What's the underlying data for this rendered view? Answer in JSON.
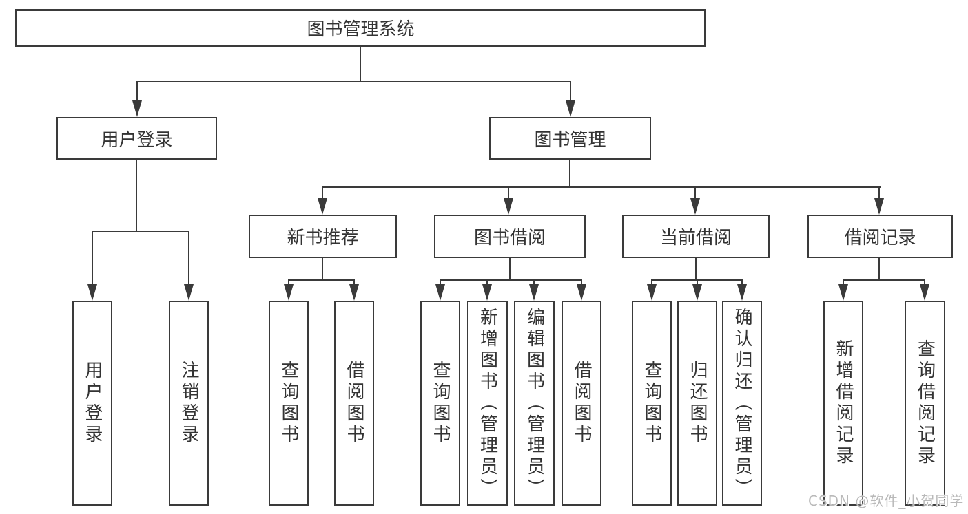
{
  "diagram_title": "图书管理系统",
  "tree": {
    "label": "图书管理系统",
    "children": [
      {
        "label": "用户登录",
        "children": [
          {
            "label": "用户登录"
          },
          {
            "label": "注销登录"
          }
        ]
      },
      {
        "label": "图书管理",
        "children": [
          {
            "label": "新书推荐",
            "children": [
              {
                "label": "查询图书"
              },
              {
                "label": "借阅图书"
              }
            ]
          },
          {
            "label": "图书借阅",
            "children": [
              {
                "label": "查询图书"
              },
              {
                "label": "新增图书（管理员）"
              },
              {
                "label": "编辑图书（管理员）"
              },
              {
                "label": "借阅图书"
              }
            ]
          },
          {
            "label": "当前借阅",
            "children": [
              {
                "label": "查询图书"
              },
              {
                "label": "归还图书"
              },
              {
                "label": "确认归还（管理员）"
              }
            ]
          },
          {
            "label": "借阅记录",
            "children": [
              {
                "label": "新增借阅记录"
              },
              {
                "label": "查询借阅记录"
              }
            ]
          }
        ]
      }
    ]
  },
  "watermark": {
    "text": "CSDN @软件_小贺同学"
  },
  "colors": {
    "line": "#3a3a3a",
    "text": "#333333",
    "box_background": "#ffffff",
    "page_background": "#ffffff",
    "watermark": "#b9b9b9"
  }
}
